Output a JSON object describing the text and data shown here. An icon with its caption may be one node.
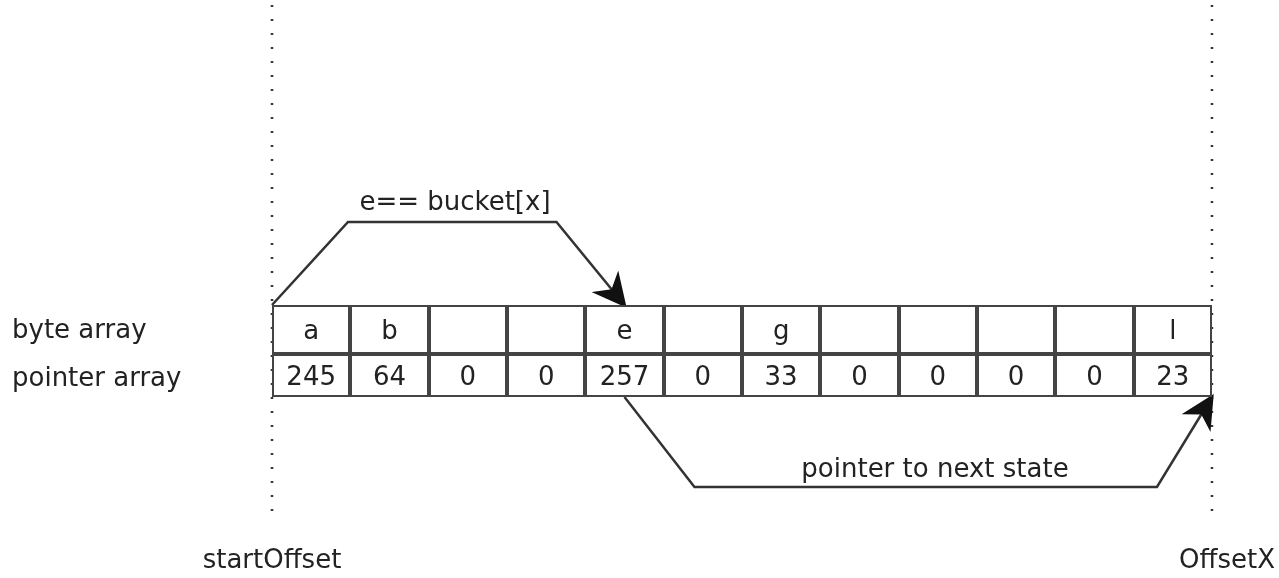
{
  "diagram": {
    "nodes": [
      {
        "text": [
          "a"
        ]
      },
      {
        "text": [
          "b"
        ]
      },
      {
        "text": [],
        "shape": "box"
      },
      {
        "text": [],
        "shape": "box"
      },
      {
        "text": [
          "e"
        ]
      },
      {
        "text": [],
        "shape": "box"
      },
      {
        "text": [
          "g"
        ]
      },
      {
        "text": [],
        "shape": "box"
      },
      {
        "text": [],
        "shape": "box"
      },
      {
        "text": [],
        "shape": "box"
      },
      {
        "text": [],
        "shape": "box"
      },
      {
        "text": [
          "l"
        ]
      },
      {
        "text": [
          "245"
        ]
      },
      {
        "text": [
          "64"
        ]
      },
      {
        "text": [
          "0"
        ]
      },
      {
        "text": [
          "0"
        ]
      },
      {
        "text": [
          "257"
        ]
      },
      {
        "text": [
          "0"
        ]
      },
      {
        "text": [
          "33"
        ]
      },
      {
        "text": [
          "0"
        ]
      },
      {
        "text": [
          "0"
        ]
      },
      {
        "text": [
          "0"
        ]
      },
      {
        "text": [
          "0"
        ]
      },
      {
        "text": [
          "23"
        ]
      }
    ],
    "edges": [
      {
        "from": 0,
        "to": 4,
        "arrow": "to",
        "label": "e== bucket[x]"
      },
      {
        "from": 16,
        "to": 23,
        "arrow": "to",
        "label": "pointer to next state"
      }
    ],
    "labels": [
      "byte array",
      "pointer array",
      "startOffset",
      "OffsetX"
    ]
  }
}
